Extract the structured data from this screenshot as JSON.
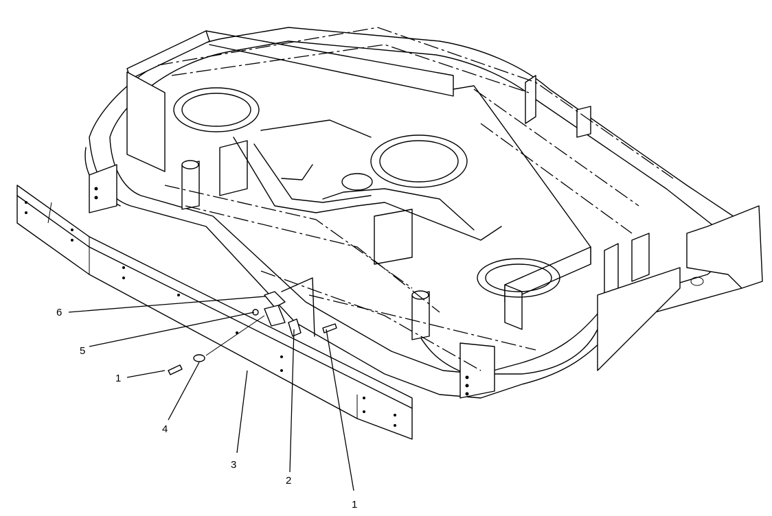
{
  "callouts": [
    {
      "id": "c6",
      "label": "6"
    },
    {
      "id": "c5",
      "label": "5"
    },
    {
      "id": "c1a",
      "label": "1"
    },
    {
      "id": "c4",
      "label": "4"
    },
    {
      "id": "c3",
      "label": "3"
    },
    {
      "id": "c2",
      "label": "2"
    },
    {
      "id": "c1b",
      "label": "1"
    }
  ],
  "colors": {
    "line": "#000000",
    "background": "#ffffff"
  }
}
